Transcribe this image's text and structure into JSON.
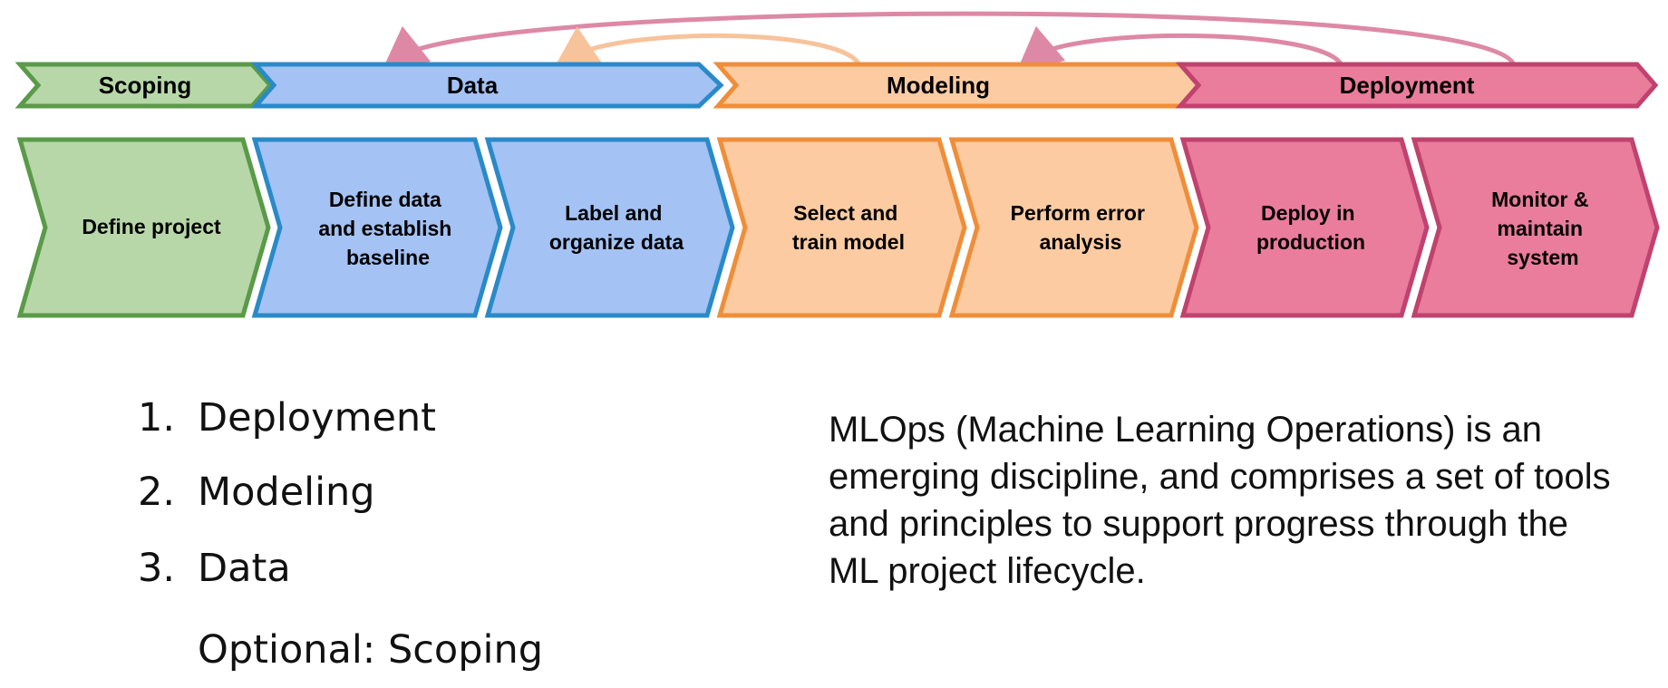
{
  "phases": [
    {
      "label": "Scoping",
      "fill": "#b7d7a8",
      "stroke": "#5a9a48"
    },
    {
      "label": "Data",
      "fill": "#a4c2f4",
      "stroke": "#2a8ac8"
    },
    {
      "label": "Modeling",
      "fill": "#fccba2",
      "stroke": "#ef8e3a"
    },
    {
      "label": "Deployment",
      "fill": "#ea7c9c",
      "stroke": "#c0426e"
    }
  ],
  "steps": [
    {
      "lines": [
        "Define project"
      ],
      "phase": 0
    },
    {
      "lines": [
        "Define data",
        "and establish",
        "baseline"
      ],
      "phase": 1
    },
    {
      "lines": [
        "Label and",
        "organize data"
      ],
      "phase": 1
    },
    {
      "lines": [
        "Select and",
        "train model"
      ],
      "phase": 2
    },
    {
      "lines": [
        "Perform error",
        "analysis"
      ],
      "phase": 2
    },
    {
      "lines": [
        "Deploy in",
        "production"
      ],
      "phase": 3
    },
    {
      "lines": [
        "Monitor &",
        "maintain",
        "system"
      ],
      "phase": 3
    }
  ],
  "feedback_arrows": [
    {
      "from": "Modeling",
      "to": "Data",
      "color": "#f7c39b"
    },
    {
      "from": "Deployment",
      "to": "Modeling",
      "color": "#dd89a6"
    },
    {
      "from": "Deployment",
      "to": "Data",
      "color": "#dd89a6"
    }
  ],
  "list": {
    "items": [
      {
        "num": "1.",
        "label": "Deployment"
      },
      {
        "num": "2.",
        "label": "Modeling"
      },
      {
        "num": "3.",
        "label": "Data"
      },
      {
        "num": "",
        "label": "Optional: Scoping"
      }
    ]
  },
  "description": "MLOps (Machine Learning Operations) is an emerging discipline, and comprises a set of tools and principles to support progress through the ML project lifecycle."
}
